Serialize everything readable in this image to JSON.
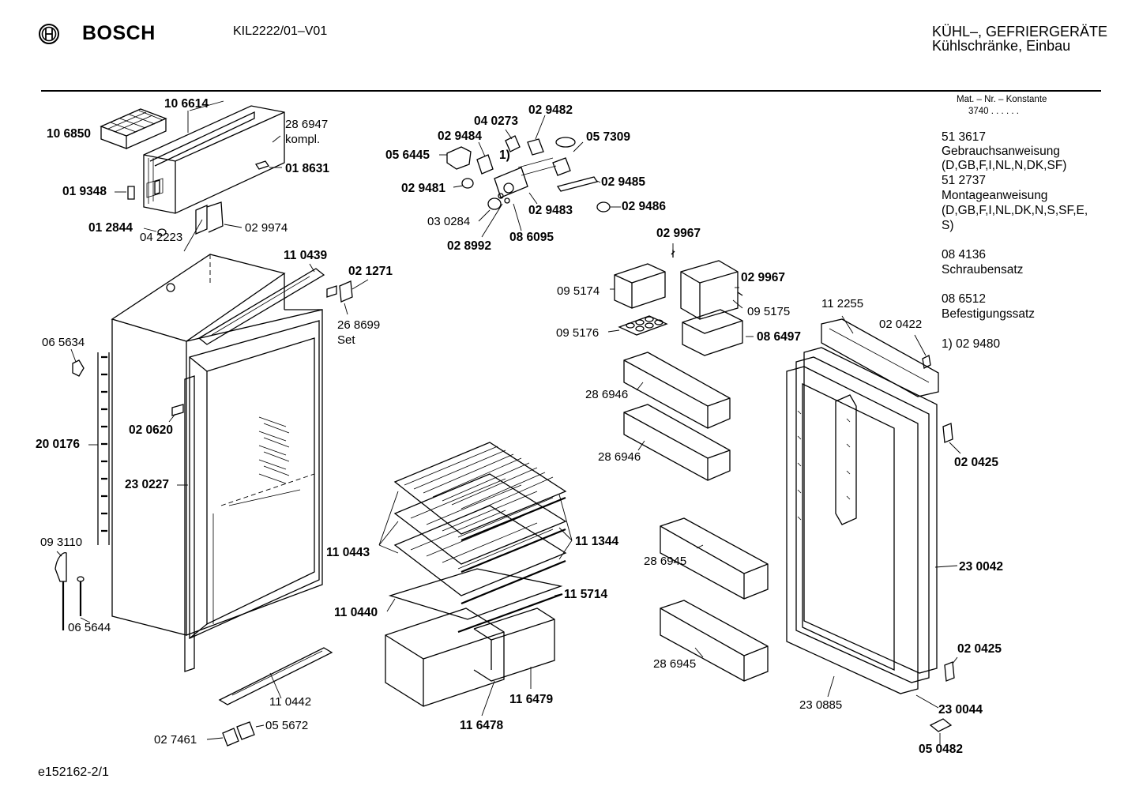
{
  "header": {
    "brand": "BOSCH",
    "model": "KIL2222/01–V01",
    "category_line1": "KÜHL–, GEFRIERGERÄTE",
    "category_line2": "Kühlschränke, Einbau"
  },
  "sidebar": {
    "mat_header": "Mat. – Nr. – Konstante",
    "mat_value": "3740 . . . . . .",
    "items": [
      {
        "number": "51 3617",
        "text": "Gebrauchsanweisung",
        "text2": "(D,GB,F,I,NL,N,DK,SF)"
      },
      {
        "number": "51 2737",
        "text": "Montageanweisung",
        "text2": "(D,GB,F,I,NL,DK,N,S,SF,E,",
        "text3": "S)"
      },
      {
        "number": "08 4136",
        "text": "Schraubensatz"
      },
      {
        "number": "08 6512",
        "text": "Befestigungssatz"
      }
    ],
    "footnote": "1)  02 9480"
  },
  "parts": {
    "p106614": "10 6614",
    "p106850": "10 6850",
    "p286947": "28 6947",
    "p286947b": "kompl.",
    "p018631": "01 8631",
    "p019348": "01 9348",
    "p012844": "01 2844",
    "p029974": "02 9974",
    "p042223": "04 2223",
    "p110439": "11 0439",
    "p021271": "02 1271",
    "p268699": "26 8699",
    "p268699b": "Set",
    "p065634": "06 5634",
    "p020620": "02 0620",
    "p200176": "20 0176",
    "p230227": "23 0227",
    "p093110": "09 3110",
    "p065644": "06 5644",
    "p110442": "11 0442",
    "p055672": "05 5672",
    "p027461": "02 7461",
    "p040273": "04 0273",
    "p029482": "02 9482",
    "p029484": "02 9484",
    "p057309": "05 7309",
    "p056445": "05 6445",
    "p1": "1)",
    "p029481": "02 9481",
    "p029485": "02 9485",
    "p029483": "02 9483",
    "p029486": "02 9486",
    "p030284": "03 0284",
    "p028992": "02 8992",
    "p086095": "08 6095",
    "p029967a": "02 9967",
    "p029967b": "02 9967",
    "p095174": "09 5174",
    "p095175": "09 5175",
    "p095176": "09 5176",
    "p086497": "08 6497",
    "p286946a": "28 6946",
    "p286946b": "28 6946",
    "p110443": "11 0443",
    "p111344": "11 1344",
    "p115714": "11 5714",
    "p110440": "11 0440",
    "p116479": "11 6479",
    "p116478": "11 6478",
    "p286945a": "28 6945",
    "p286945b": "28 6945",
    "p112255": "11 2255",
    "p020422": "02 0422",
    "p020425a": "02 0425",
    "p230042": "23 0042",
    "p020425b": "02 0425",
    "p230885": "23 0885",
    "p230044": "23 0044",
    "p050482": "05 0482"
  },
  "footer": {
    "code": "e152162-2/1"
  }
}
